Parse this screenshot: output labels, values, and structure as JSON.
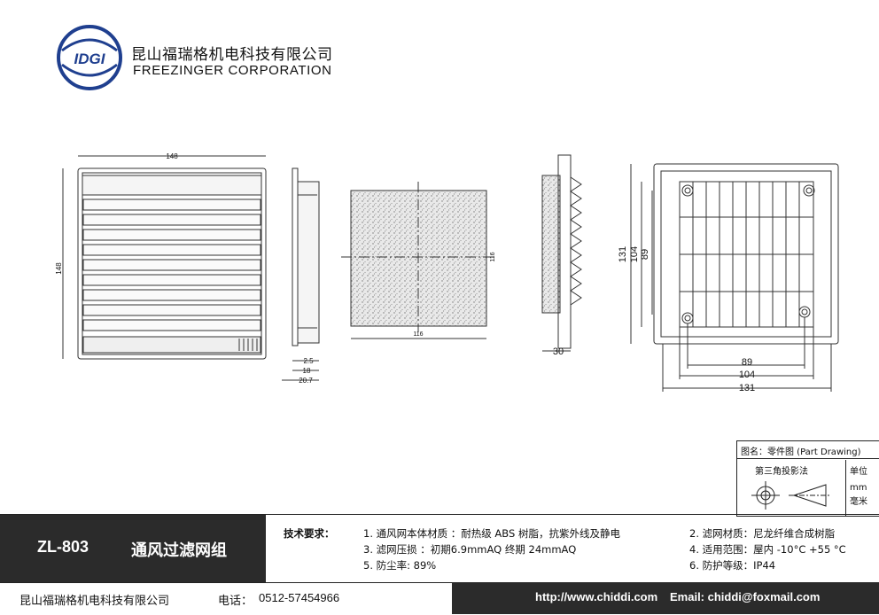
{
  "company": {
    "name_cn": "昆山福瑞格机电科技有限公司",
    "name_en": "FREEZINGER CORPORATION",
    "logo_text": "IDGI"
  },
  "drawing": {
    "front": {
      "width_label": "148",
      "height_label": "148"
    },
    "side": {
      "labels": [
        "2.5",
        "18",
        "20.7"
      ]
    },
    "filter": {
      "width_label": "116",
      "height_label": "116"
    },
    "section": {
      "depth_label": "30"
    },
    "back": {
      "vertical_labels": [
        "89",
        "104",
        "131"
      ],
      "horizontal_labels": [
        "89",
        "104",
        "131"
      ]
    }
  },
  "title_block": {
    "drawing_type": "图名：零件图 (Part Drawing)",
    "projection": "第三角投影法",
    "unit_label": "单位",
    "unit_value1": "mm",
    "unit_value2": "毫米"
  },
  "product": {
    "model": "ZL-803",
    "name": "通风过滤网组"
  },
  "specs": {
    "heading": "技术要求：",
    "items": [
      "1. 通风网本体材质 ：耐热级 ABS 树脂，抗紫外线及静电",
      "2. 滤网材质：尼龙纤维合成树脂",
      "3. 滤网压损 ：初期6.9mmAQ 终期 24mmAQ",
      "4. 适用范围：屋内 -10°C  +55 °C",
      "5. 防尘率: 89%",
      "6. 防护等级：IP44"
    ]
  },
  "footer": {
    "company": "昆山福瑞格机电科技有限公司",
    "phone_label": "电话：",
    "phone": "0512-57454966",
    "website": "http://www.chiddi.com",
    "email": "Email: chiddi@foxmail.com"
  }
}
